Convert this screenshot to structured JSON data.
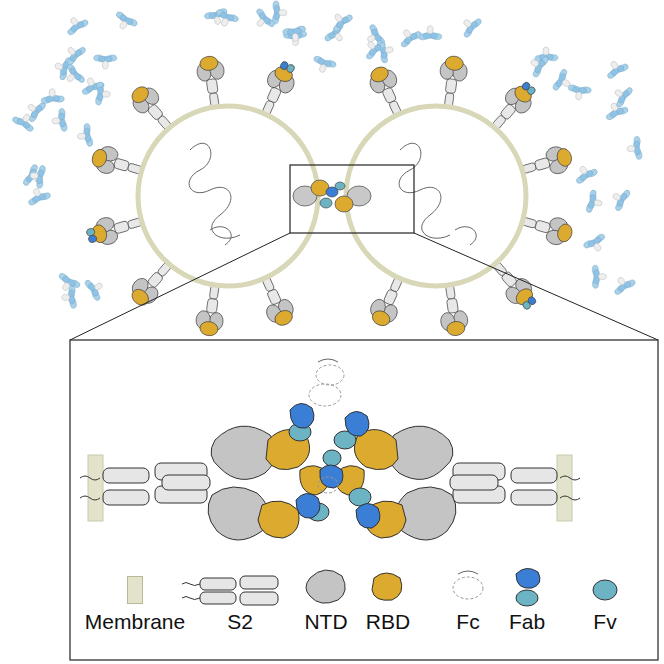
{
  "diagram": {
    "legend": [
      {
        "text": "Membrane",
        "color": "#e3e3cc"
      },
      {
        "text": "S2"
      },
      {
        "text": "NTD"
      },
      {
        "text": "RBD"
      },
      {
        "text": "Fc"
      },
      {
        "text": "Fab"
      },
      {
        "text": "Fv"
      }
    ]
  }
}
